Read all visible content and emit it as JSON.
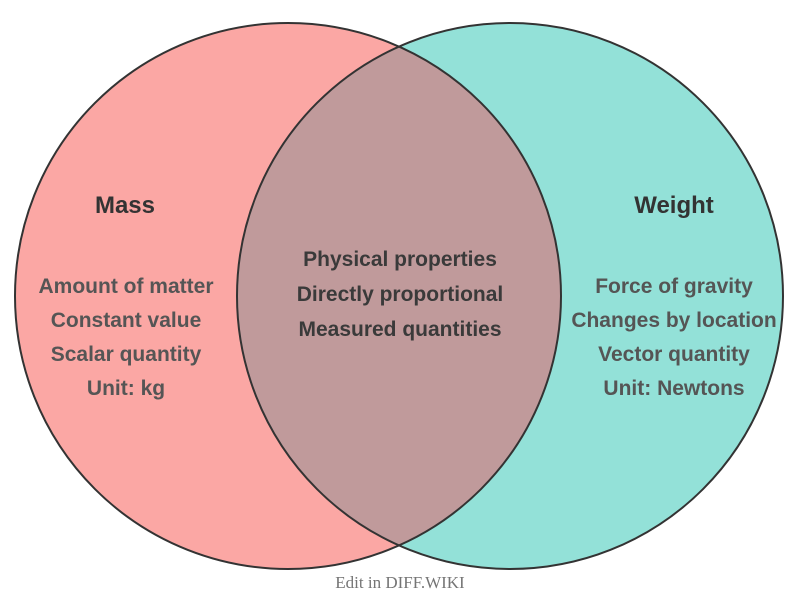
{
  "diagram": {
    "left": {
      "title": "Mass",
      "items": [
        "Amount of matter",
        "Constant value",
        "Scalar quantity",
        "Unit: kg"
      ]
    },
    "overlap": {
      "items": [
        "Physical properties",
        "Directly proportional",
        "Measured quantities"
      ]
    },
    "right": {
      "title": "Weight",
      "items": [
        "Force of gravity",
        "Changes by location",
        "Vector quantity",
        "Unit: Newtons"
      ]
    },
    "footer": {
      "label": "Edit in DIFF.WIKI"
    },
    "colors": {
      "left_circle_fill": "#FBA7A4",
      "right_circle_fill": "#93E1D8",
      "overlap_fill": "#C09A9B",
      "circle_outline": "#333333",
      "title_text": "#333333",
      "item_text": "#555555",
      "overlap_text": "#3A3A3A",
      "footer_text": "#757575"
    }
  }
}
